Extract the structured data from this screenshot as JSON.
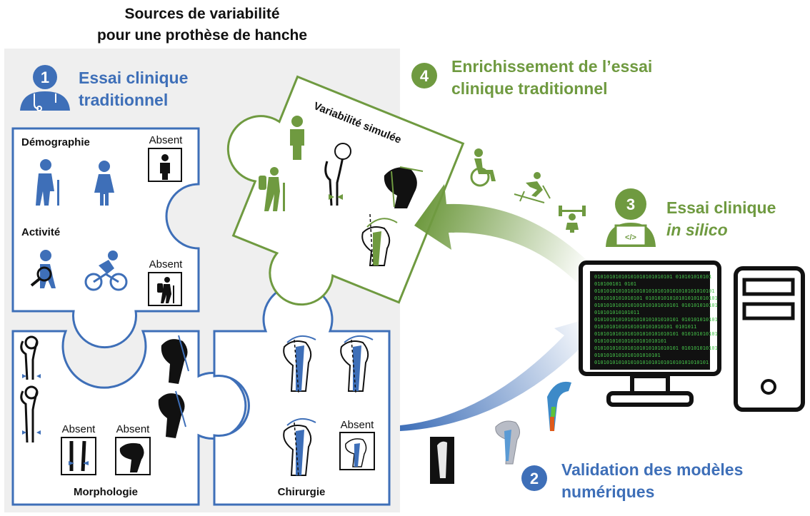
{
  "title": {
    "line1": "Sources de variabilité",
    "line2": "pour une prothèse de hanche"
  },
  "step1": {
    "number": "1",
    "line1": "Essai clinique",
    "line2": "traditionnel"
  },
  "step2": {
    "number": "2",
    "line1": "Validation des modèles",
    "line2": "numériques"
  },
  "step3": {
    "number": "3",
    "line1": "Essai clinique",
    "line2": "in silico"
  },
  "step4": {
    "number": "4",
    "line1": "Enrichissement de l’essai",
    "line2": "clinique traditionnel"
  },
  "puzzle": {
    "demographie": "Démographie",
    "activite": "Activité",
    "morphologie": "Morphologie",
    "chirurgie": "Chirurgie",
    "variabilite": "Variabilité simulée",
    "absent": "Absent"
  },
  "screen_code": [
    "01010101010101010101010101 010101010101",
    "010100101 0101",
    "0101010101010101010101010101010101010101",
    "0101010101010101 010101010101010101010101",
    "0101010101010101010101010101 010101010101",
    "010101010101011",
    "0101010101010101010101010101 010101010101",
    "01010101010101010101010101 0101011",
    "0101010101010101010101010101 010101010101",
    "010101010101010101010101",
    "0101010101010101010101010101 010101010101",
    "0101010101010101010101",
    "01010101010101010101010101010101010101"
  ],
  "colors": {
    "blue": "#3e6fb8",
    "green": "#6f9a40",
    "light_bg": "#efefef",
    "code_green": "#45c24a"
  },
  "icons": [
    "doctor-icon",
    "coder-icon",
    "elderly-person-icon",
    "woman-icon",
    "standing-person-icon",
    "hiker-icon",
    "cyclist-icon",
    "walker-icon",
    "wheelchair-icon",
    "skier-icon",
    "weightlifter-icon",
    "femur-icon",
    "computer-icon",
    "tower-icon",
    "implant-icon"
  ]
}
